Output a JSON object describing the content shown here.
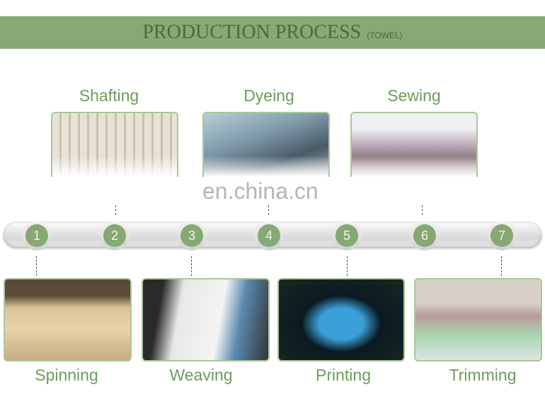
{
  "header": {
    "title": "PRODUCTION PROCESS",
    "subtitle": "(TOWEL)"
  },
  "watermark": "en.china.cn",
  "steps": [
    {
      "number": "1",
      "label": "Spinning"
    },
    {
      "number": "2",
      "label": "Shafting"
    },
    {
      "number": "3",
      "label": "Weaving"
    },
    {
      "number": "4",
      "label": "Dyeing"
    },
    {
      "number": "5",
      "label": "Printing"
    },
    {
      "number": "6",
      "label": "Sewing"
    },
    {
      "number": "7",
      "label": "Trimming"
    }
  ],
  "colors": {
    "accent": "#88a973",
    "title": "#4d6a43",
    "label": "#6e9c5d"
  }
}
